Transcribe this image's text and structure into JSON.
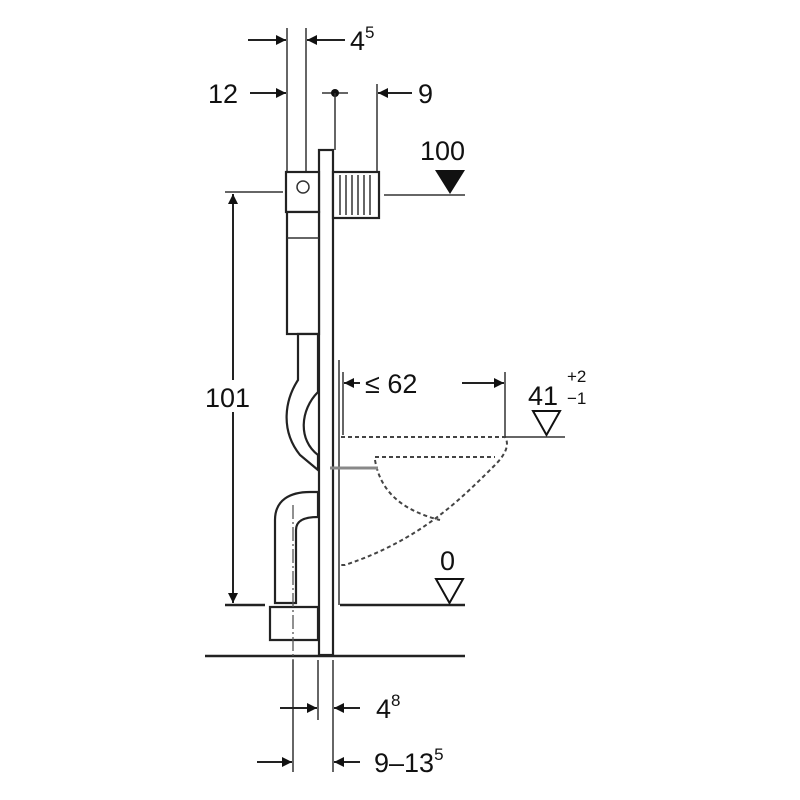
{
  "dimensions": {
    "frame_offset_top": {
      "main": "4",
      "sup": "5"
    },
    "left_offset": "12",
    "right_offset": "9",
    "top_level": "100",
    "total_height": "101",
    "bowl_depth": "≤ 62",
    "seat_height": {
      "main": "41",
      "sup": "+2",
      "sub": "−1"
    },
    "floor_level": "0",
    "frame_bottom": {
      "main": "4",
      "sup": "8"
    },
    "wall_depth": {
      "main": "9–13",
      "sup": "5"
    }
  }
}
